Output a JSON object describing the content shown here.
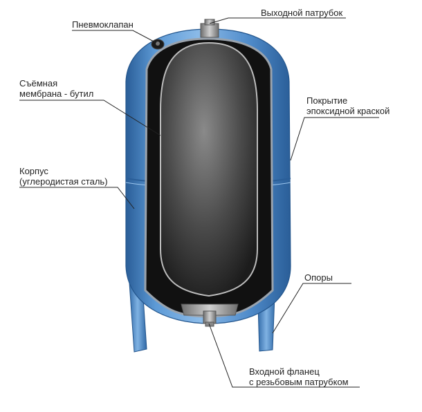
{
  "labels": {
    "outlet": "Выходной патрубок",
    "valve": "Пневмоклапан",
    "membrane": [
      "Съёмная",
      "мембрана - бутил"
    ],
    "coating": [
      "Покрытие",
      "эпоксидной краской"
    ],
    "body": [
      "Корпус",
      "(углеродистая сталь)"
    ],
    "supports": "Опоры",
    "inlet": [
      "Входной фланец",
      "с резьбовым патрубком"
    ]
  },
  "colors": {
    "shell": "#3f7fc2",
    "shell_light": "#7fb2e3",
    "shell_dark": "#2a5e98",
    "membrane_dark": "#161616",
    "membrane_light": "#8a8a8a",
    "fitting": "#9a9a9a",
    "leader": "#222222"
  }
}
